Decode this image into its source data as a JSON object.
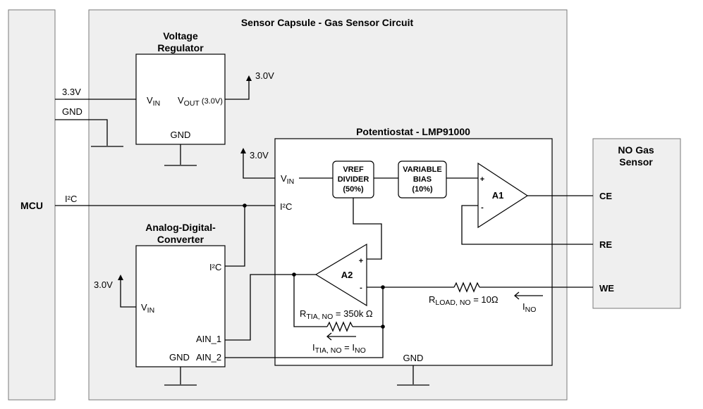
{
  "mcu": {
    "title": "MCU",
    "pin_33v": "3.3V",
    "pin_gnd": "GND",
    "pin_i2c": "I²C"
  },
  "capsule": {
    "title": "Sensor Capsule - Gas Sensor Circuit"
  },
  "regulator": {
    "title_l1": "Voltage",
    "title_l2": "Regulator",
    "vin": "V",
    "vin_sub": "IN",
    "vout": "V",
    "vout_sub": "OUT",
    "vout_note": " (3.0V)",
    "gnd": "GND",
    "out_rail": "3.0V"
  },
  "potentiostat": {
    "title": "Potentiostat - LMP91000",
    "vin": "V",
    "vin_sub": "IN",
    "i2c": "I²C",
    "rail": "3.0V",
    "gnd": "GND",
    "vref_l1": "VREF",
    "vref_l2": "DIVIDER",
    "vref_l3": "(50%)",
    "bias_l1": "VARIABLE",
    "bias_l2": "BIAS",
    "bias_l3": "(10%)",
    "a1": "A1",
    "a2": "A2",
    "plus": "+",
    "minus": "-",
    "rtia": "R",
    "rtia_sub": "TIA, NO",
    "rtia_val": " = 350k Ω",
    "itia": "I",
    "itia_sub": "TIA, NO",
    "itia_eq": " = I",
    "itia_eq_sub": "NO",
    "rload": "R",
    "rload_sub": "LOAD, NO",
    "rload_val": " = 10Ω",
    "ino": "I",
    "ino_sub": "NO"
  },
  "adc": {
    "title_l1": "Analog-Digital-",
    "title_l2": "Converter",
    "i2c": "I²C",
    "vin": "V",
    "vin_sub": "IN",
    "ain1": "AIN_1",
    "gnd": "GND",
    "ain2": "AIN_2",
    "rail": "3.0V"
  },
  "sensor": {
    "title_l1": "NO Gas",
    "title_l2": "Sensor",
    "ce": "CE",
    "re": "RE",
    "we": "WE"
  }
}
